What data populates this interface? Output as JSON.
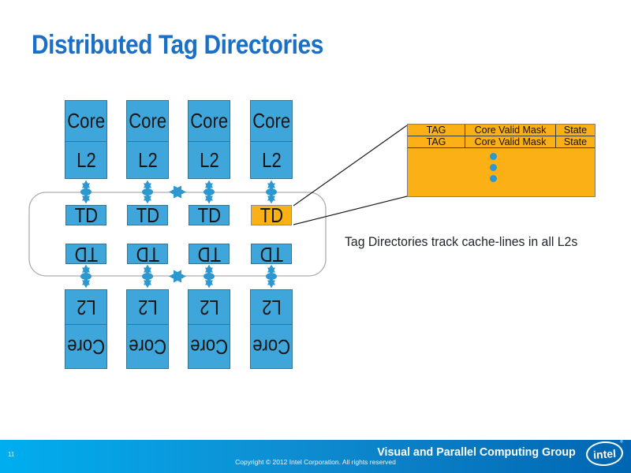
{
  "slide": {
    "title": "Distributed Tag Directories",
    "caption": "Tag Directories track cache-lines in all L2s",
    "page_number": "11"
  },
  "diagram": {
    "labels": {
      "core": "Core",
      "l2": "L2",
      "td": "TD"
    },
    "columns": 4,
    "mirrored_bottom_half": true,
    "highlighted_td_column": 4
  },
  "table": {
    "rows": [
      [
        "TAG",
        "Core Valid Mask",
        "State"
      ],
      [
        "TAG",
        "Core Valid Mask",
        "State"
      ]
    ],
    "ellipsis_dot_count": 3
  },
  "footer": {
    "group_name": "Visual and Parallel Computing Group",
    "copyright": "Copyright © 2012 Intel Corporation. All rights reserved",
    "logo_text": "intel",
    "logo_reg_mark": "®"
  },
  "colors": {
    "title_blue": "#1b6fc4",
    "box_blue": "#3fa6db",
    "connector_blue": "#2d97cf",
    "highlight_orange": "#fbb116",
    "footer_gradient_left": "#00aeef",
    "footer_gradient_right": "#0066b2"
  }
}
